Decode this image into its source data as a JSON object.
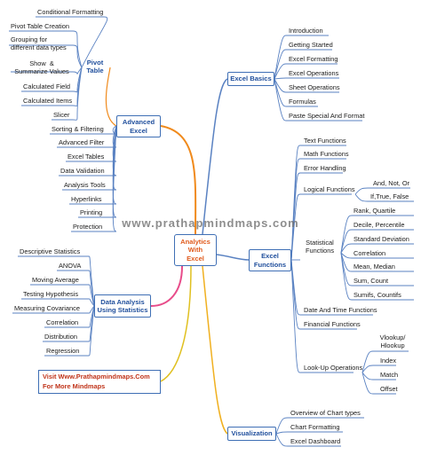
{
  "root": {
    "label": "Analytics\nWith\nExcel"
  },
  "watermark": "www.prathapmindmaps.com",
  "visit": {
    "line1": "Visit Www.Prathapmindmaps.Com",
    "line2": "For More Mindmaps"
  },
  "advanced_excel": {
    "label": "Advanced\nExcel",
    "pivot_table": {
      "label": "Pivot\nTable",
      "items": [
        "Conditional Formatting",
        "Pivot Table Creation",
        "Grouping for\ndifferent data types",
        "Show  &\nSummarize Values",
        "Calculated Field",
        "Calculated Items",
        "Slicer"
      ]
    },
    "items": [
      "Sorting & Filtering",
      "Advanced Filter",
      "Excel Tables",
      "Data Validation",
      "Analysis Tools",
      "Hyperlinks",
      "Printing",
      "Protection"
    ]
  },
  "data_analysis": {
    "label": "Data Analysis\nUsing Statistics",
    "items": [
      "Descriptive Statistics",
      "ANOVA",
      "Moving Average",
      "Testing Hypothesis",
      "Measuring Covariance",
      "Correlation",
      "Distribution",
      "Regression"
    ]
  },
  "excel_basics": {
    "label": "Excel Basics",
    "items": [
      "Introduction",
      "Getting Started",
      "Excel Formatting",
      "Excel Operations",
      "Sheet Operations",
      "Formulas",
      "Paste Special And Format"
    ]
  },
  "excel_functions": {
    "label": "Excel\nFunctions",
    "text_functions": "Text Functions",
    "math_functions": "Math Functions",
    "error_handling": "Error Handling",
    "logical_functions": {
      "label": "Logical Functions",
      "items": [
        "And, Not, Or",
        "If,True, False"
      ]
    },
    "statistical_functions": {
      "label": "Statistical\nFunctions",
      "items": [
        "Rank, Quartile",
        "Decile, Percentile",
        "Standard Deviation",
        "Correlation",
        "Mean, Median",
        "Sum, Count",
        "Sumifs, Countifs"
      ]
    },
    "date_time_functions": "Date And Time Functions",
    "financial_functions": "Financial Functions",
    "lookup_operations": {
      "label": "Look-Up Operations",
      "items": [
        "Vlookup/\nHlookup",
        "Index",
        "Match",
        "Offset"
      ]
    }
  },
  "visualization": {
    "label": "Visualization",
    "items": [
      "Overview of Chart types",
      "Chart Formatting",
      "Excel Dashboard"
    ]
  },
  "colors": {
    "branch_blue": "#5a82c2",
    "box_border": "#3f6fb5",
    "root_text": "#e05a1c",
    "advanced_branch": "#f08a1c",
    "data_analysis_branch": "#e84c8a",
    "visit_branch": "#e0c020",
    "visualization_branch": "#f0b020",
    "visit_text": "#c0341a",
    "label_blue": "#1f4e9c"
  }
}
